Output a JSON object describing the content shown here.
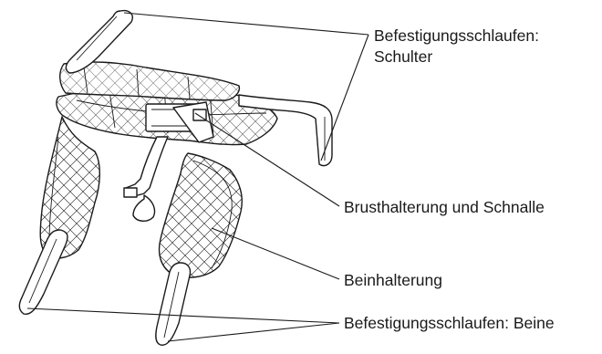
{
  "labels": {
    "shoulder_line1": "Befestigungsschlaufen:",
    "shoulder_line2": "Schulter",
    "chest": "Brusthalterung und Schnalle",
    "leg": "Beinhalterung",
    "leg_loops": "Befestigungsschlaufen: Beine"
  },
  "colors": {
    "line": "#1a1a1a",
    "background": "#ffffff"
  }
}
